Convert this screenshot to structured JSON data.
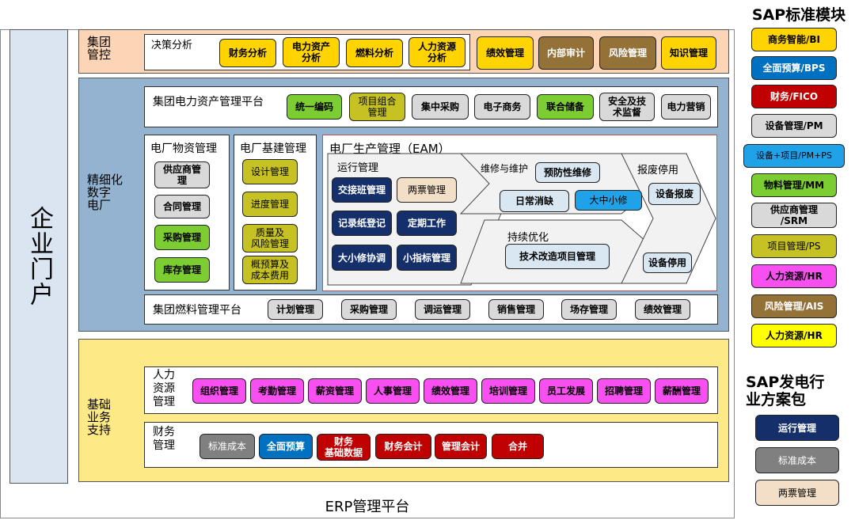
{
  "title_right": "SAP标准模块",
  "portal": "企业门户",
  "erp": "ERP管理平台",
  "sections": {
    "group_control": "集团\n管控",
    "digital_plant": "精细化\n数字\n电厂",
    "base_support": "基础\n业务\n支持"
  },
  "decision": {
    "title": "决策分析",
    "items": [
      "财务分析",
      "电力资产\n分析",
      "燃料分析",
      "人力资源\n分析"
    ]
  },
  "group_items": [
    "绩效管理",
    "内部审计",
    "风险管理",
    "知识管理"
  ],
  "asset_platform": {
    "title": "集团电力资产管理平台",
    "items": [
      "统一编码",
      "项目组合\n管理",
      "集中采购",
      "电子商务",
      "联合储备",
      "安全及技\n术监督",
      "电力营销"
    ]
  },
  "material": {
    "title": "电厂物资管理",
    "items": [
      "供应商管\n理",
      "合同管理",
      "采购管理",
      "库存管理"
    ]
  },
  "construction": {
    "title": "电厂基建管理",
    "items": [
      "设计管理",
      "进度管理",
      "质量及\n风险管理",
      "概预算及\n成本费用"
    ]
  },
  "eam": {
    "title": "电厂生产管理（EAM）",
    "ops_title": "运行管理",
    "ops_items": [
      "交接班管理",
      "两票管理",
      "记录纸登记",
      "定期工作",
      "大小修协调",
      "小指标管理"
    ],
    "maint_title": "维修与维护",
    "maint_items": [
      "预防性维修",
      "日常消缺",
      "大中小修"
    ],
    "improve_title": "持续优化",
    "improve_items": [
      "技术改造项目管理"
    ],
    "scrap_title": "报废停用",
    "scrap_items": [
      "设备报废",
      "设备停用"
    ]
  },
  "fuel": {
    "title": "集团燃料管理平台",
    "items": [
      "计划管理",
      "采购管理",
      "调运管理",
      "销售管理",
      "场存管理",
      "绩效管理"
    ]
  },
  "hr": {
    "title": "人力\n资源\n管理",
    "items": [
      "组织管理",
      "考勤管理",
      "薪资管理",
      "人事管理",
      "绩效管理",
      "培训管理",
      "员工发展",
      "招聘管理",
      "薪酬管理"
    ]
  },
  "finance": {
    "title": "财务\n管理",
    "items": [
      "标准成本",
      "全面预算",
      "财务\n基础数据",
      "财务会计",
      "管理会计",
      "合并"
    ]
  },
  "legend": {
    "items": [
      "商务智能/BI",
      "全面预算/BPS",
      "财务/FICO",
      "设备管理/PM",
      "设备+项目/PM+PS",
      "物料管理/MM",
      "供应商管理\n/SRM",
      "项目管理/PS",
      "人力资源/HR",
      "风险管理/AIS",
      "人力资源/HR"
    ],
    "colors": [
      "#ffd400",
      "#0070c0",
      "#c00000",
      "#d9d9d9",
      "#1fa2e8",
      "#7ccd31",
      "#d9d9d9",
      "#c7c224",
      "#f74ff0",
      "#937137",
      "#ffff00"
    ],
    "industry_title": "SAP发电行\n业方案包",
    "industry_items": [
      "运行管理",
      "标准成本",
      "两票管理"
    ]
  }
}
